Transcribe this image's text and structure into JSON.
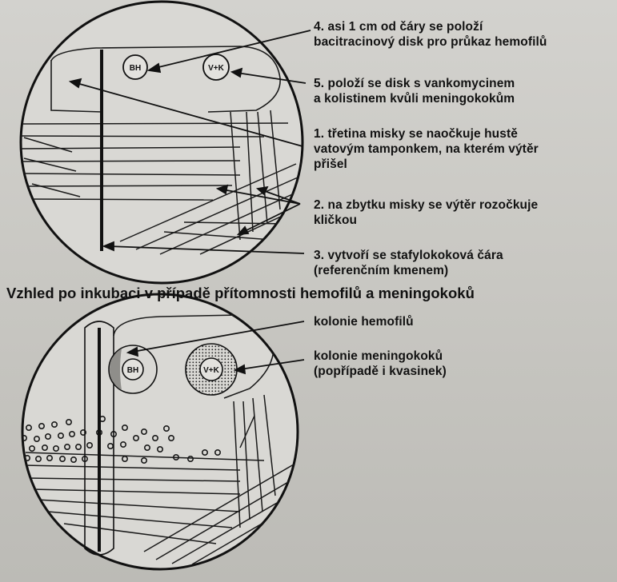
{
  "labels": {
    "step4": [
      "4. asi 1 cm od čáry se položí",
      "bacitracinový disk pro průkaz hemofilů"
    ],
    "step5": [
      "5. položí se disk s vankomycinem",
      "a kolistinem kvůli meningokokům"
    ],
    "step1": [
      "1. třetina misky se naočkuje hustě",
      "vatovým tamponkem, na kterém výtěr",
      "přišel"
    ],
    "step2": [
      "2. na zbytku misky se výtěr rozočkuje",
      "kličkou"
    ],
    "step3": [
      "3. vytvoří se stafylokoková čára",
      "(referenčním kmenem)"
    ],
    "colonies_haemophilus": [
      "kolonie hemofilů"
    ],
    "colonies_meningococcus": [
      "kolonie meningokoků",
      "(popřípadě i kvasinek)"
    ]
  },
  "section_title": "Vzhled po inkubaci v případě přítomnosti hemofilů a meningokoků",
  "disks": {
    "bacitracin": "BH",
    "vancomycin_colistin": "V+K"
  }
}
